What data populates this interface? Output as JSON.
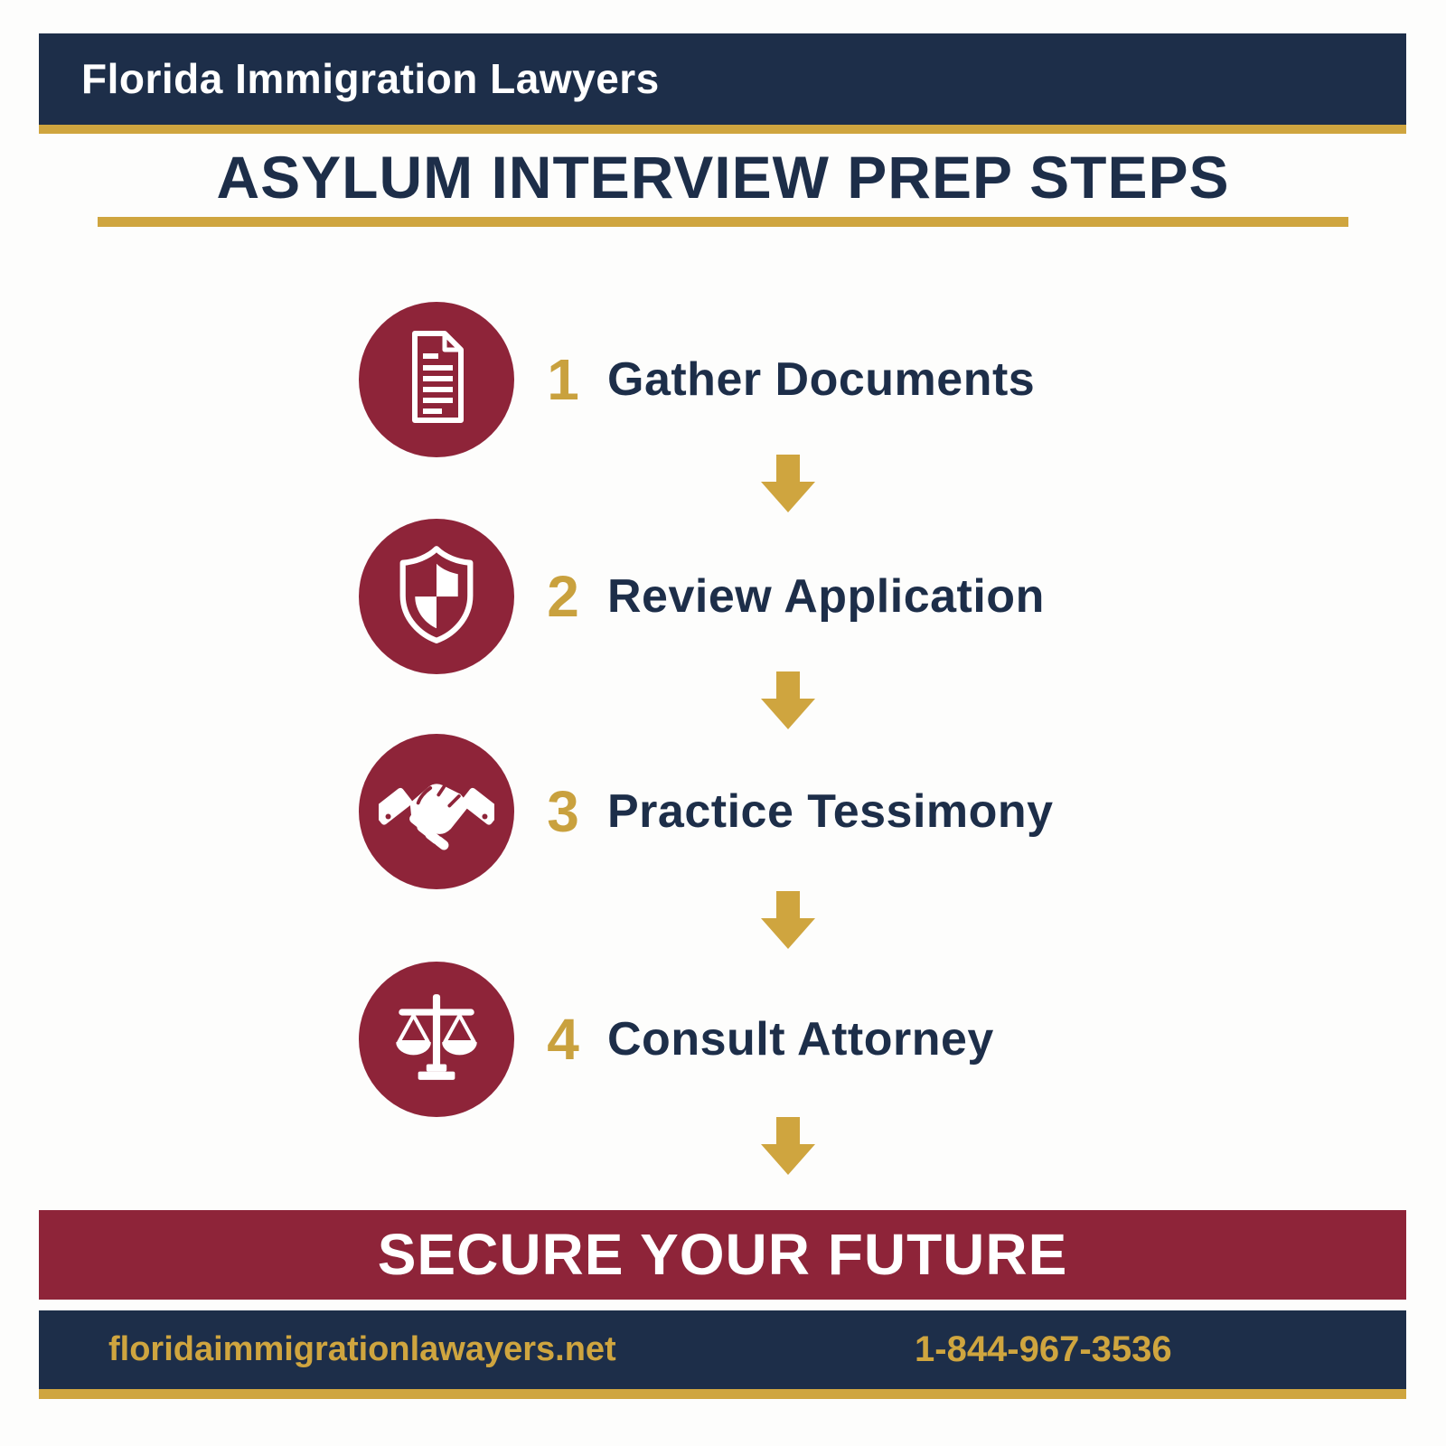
{
  "colors": {
    "navy": "#1D2E49",
    "maroon": "#8E2439",
    "gold": "#CFA53F",
    "white": "#FFFFFF"
  },
  "header": {
    "brand": "Florida Immigration Lawyers"
  },
  "title": "ASYLUM INTERVIEW PREP STEPS",
  "steps": [
    {
      "number": "1",
      "label": "Gather Documents",
      "icon": "document-icon"
    },
    {
      "number": "2",
      "label": "Review Application",
      "icon": "shield-icon"
    },
    {
      "number": "3",
      "label": "Practice Tessimony",
      "icon": "handshake-icon"
    },
    {
      "number": "4",
      "label": "Consult Attorney",
      "icon": "scales-icon"
    }
  ],
  "banner": {
    "text": "SECURE YOUR FUTURE"
  },
  "footer": {
    "website": "floridaimmigrationlawayers.net",
    "phone": "1-844-967-3536"
  }
}
